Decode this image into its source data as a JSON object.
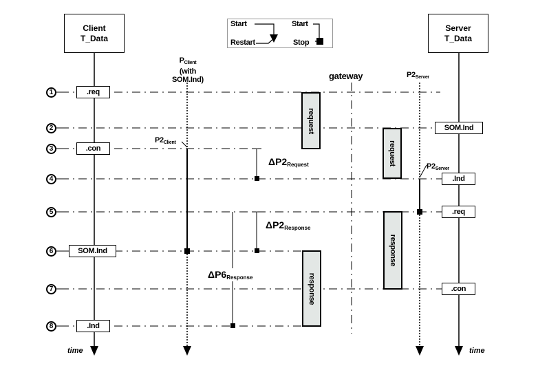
{
  "entities": {
    "client": {
      "line1": "Client",
      "line2": "T_Data"
    },
    "server": {
      "line1": "Server",
      "line2": "T_Data"
    }
  },
  "legend": {
    "left": {
      "start": "Start",
      "end": "Restart",
      "type": "arrow"
    },
    "right": {
      "start": "Start",
      "end": "Stop",
      "type": "square"
    }
  },
  "lifelines": {
    "p_client": {
      "main": "P",
      "sub": "Client",
      "line2": "(with",
      "line3": "SOM.Ind)"
    },
    "gateway": "gateway",
    "p2_server": {
      "main": "P2",
      "sub": "Server"
    }
  },
  "steps": [
    "1",
    "2",
    "3",
    "4",
    "5",
    "6",
    "7",
    "8"
  ],
  "client_primitives": [
    {
      "step": "1",
      "label": ".req"
    },
    {
      "step": "3",
      "label": ".con"
    },
    {
      "step": "6",
      "label": "SOM.Ind"
    },
    {
      "step": "8",
      "label": ".Ind"
    }
  ],
  "server_primitives": [
    {
      "step": "2",
      "label": "SOM.Ind"
    },
    {
      "step": "4",
      "label": ".Ind"
    },
    {
      "step": "5",
      "label": ".req"
    },
    {
      "step": "7",
      "label": ".con"
    }
  ],
  "messages": {
    "request_left": "request",
    "request_right": "request",
    "response_right": "response",
    "response_left": "response"
  },
  "timers": {
    "p2_client": {
      "main": "P2",
      "sub": "Client"
    },
    "p2_server": {
      "main": "P2",
      "sub": "Server"
    },
    "dp2_request": {
      "delta": "Δ",
      "main": "P2",
      "sub": "Request"
    },
    "dp2_response": {
      "delta": "Δ",
      "main": "P2",
      "sub": "Response"
    },
    "dp6_response": {
      "delta": "Δ",
      "main": "P6",
      "sub": "Response"
    }
  },
  "time_label": "time"
}
